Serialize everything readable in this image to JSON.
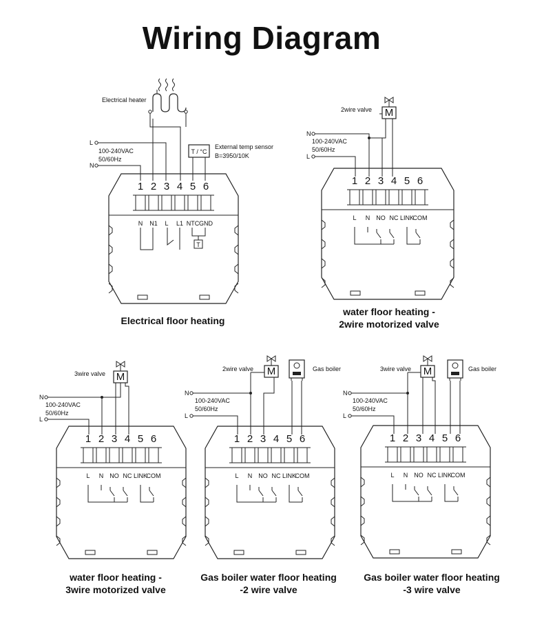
{
  "title": "Wiring Diagram",
  "terminal_numbers": [
    "1",
    "2",
    "3",
    "4",
    "5",
    "6"
  ],
  "electrical_terminal_labels": [
    "N",
    "N1",
    "L",
    "L1",
    "NTC",
    "GND"
  ],
  "valve_terminal_labels": [
    "L",
    "N",
    "NO",
    "NC",
    "LINK",
    "COM"
  ],
  "labels": {
    "electrical_heater": "Electrical heater",
    "external_sensor": "External temp sensor",
    "sensor_spec": "B=3950/10K",
    "sensor_box": "T / °C",
    "sensor_t": "T",
    "voltage": "100-240VAC",
    "frequency": "50/60Hz",
    "line": "L",
    "neutral": "N",
    "motor": "M",
    "valve_2wire": "2wire valve",
    "valve_3wire": "3wire valve",
    "gas_boiler": "Gas boiler"
  },
  "captions": {
    "electrical": [
      "Electrical floor heating"
    ],
    "water_2wire": [
      "water floor heating -",
      "2wire motorized valve"
    ],
    "water_3wire": [
      "water floor heating -",
      "3wire motorized valve"
    ],
    "gas_2wire": [
      "Gas boiler water floor heating",
      "-2 wire valve"
    ],
    "gas_3wire": [
      "Gas boiler water floor heating",
      "-3 wire valve"
    ]
  }
}
